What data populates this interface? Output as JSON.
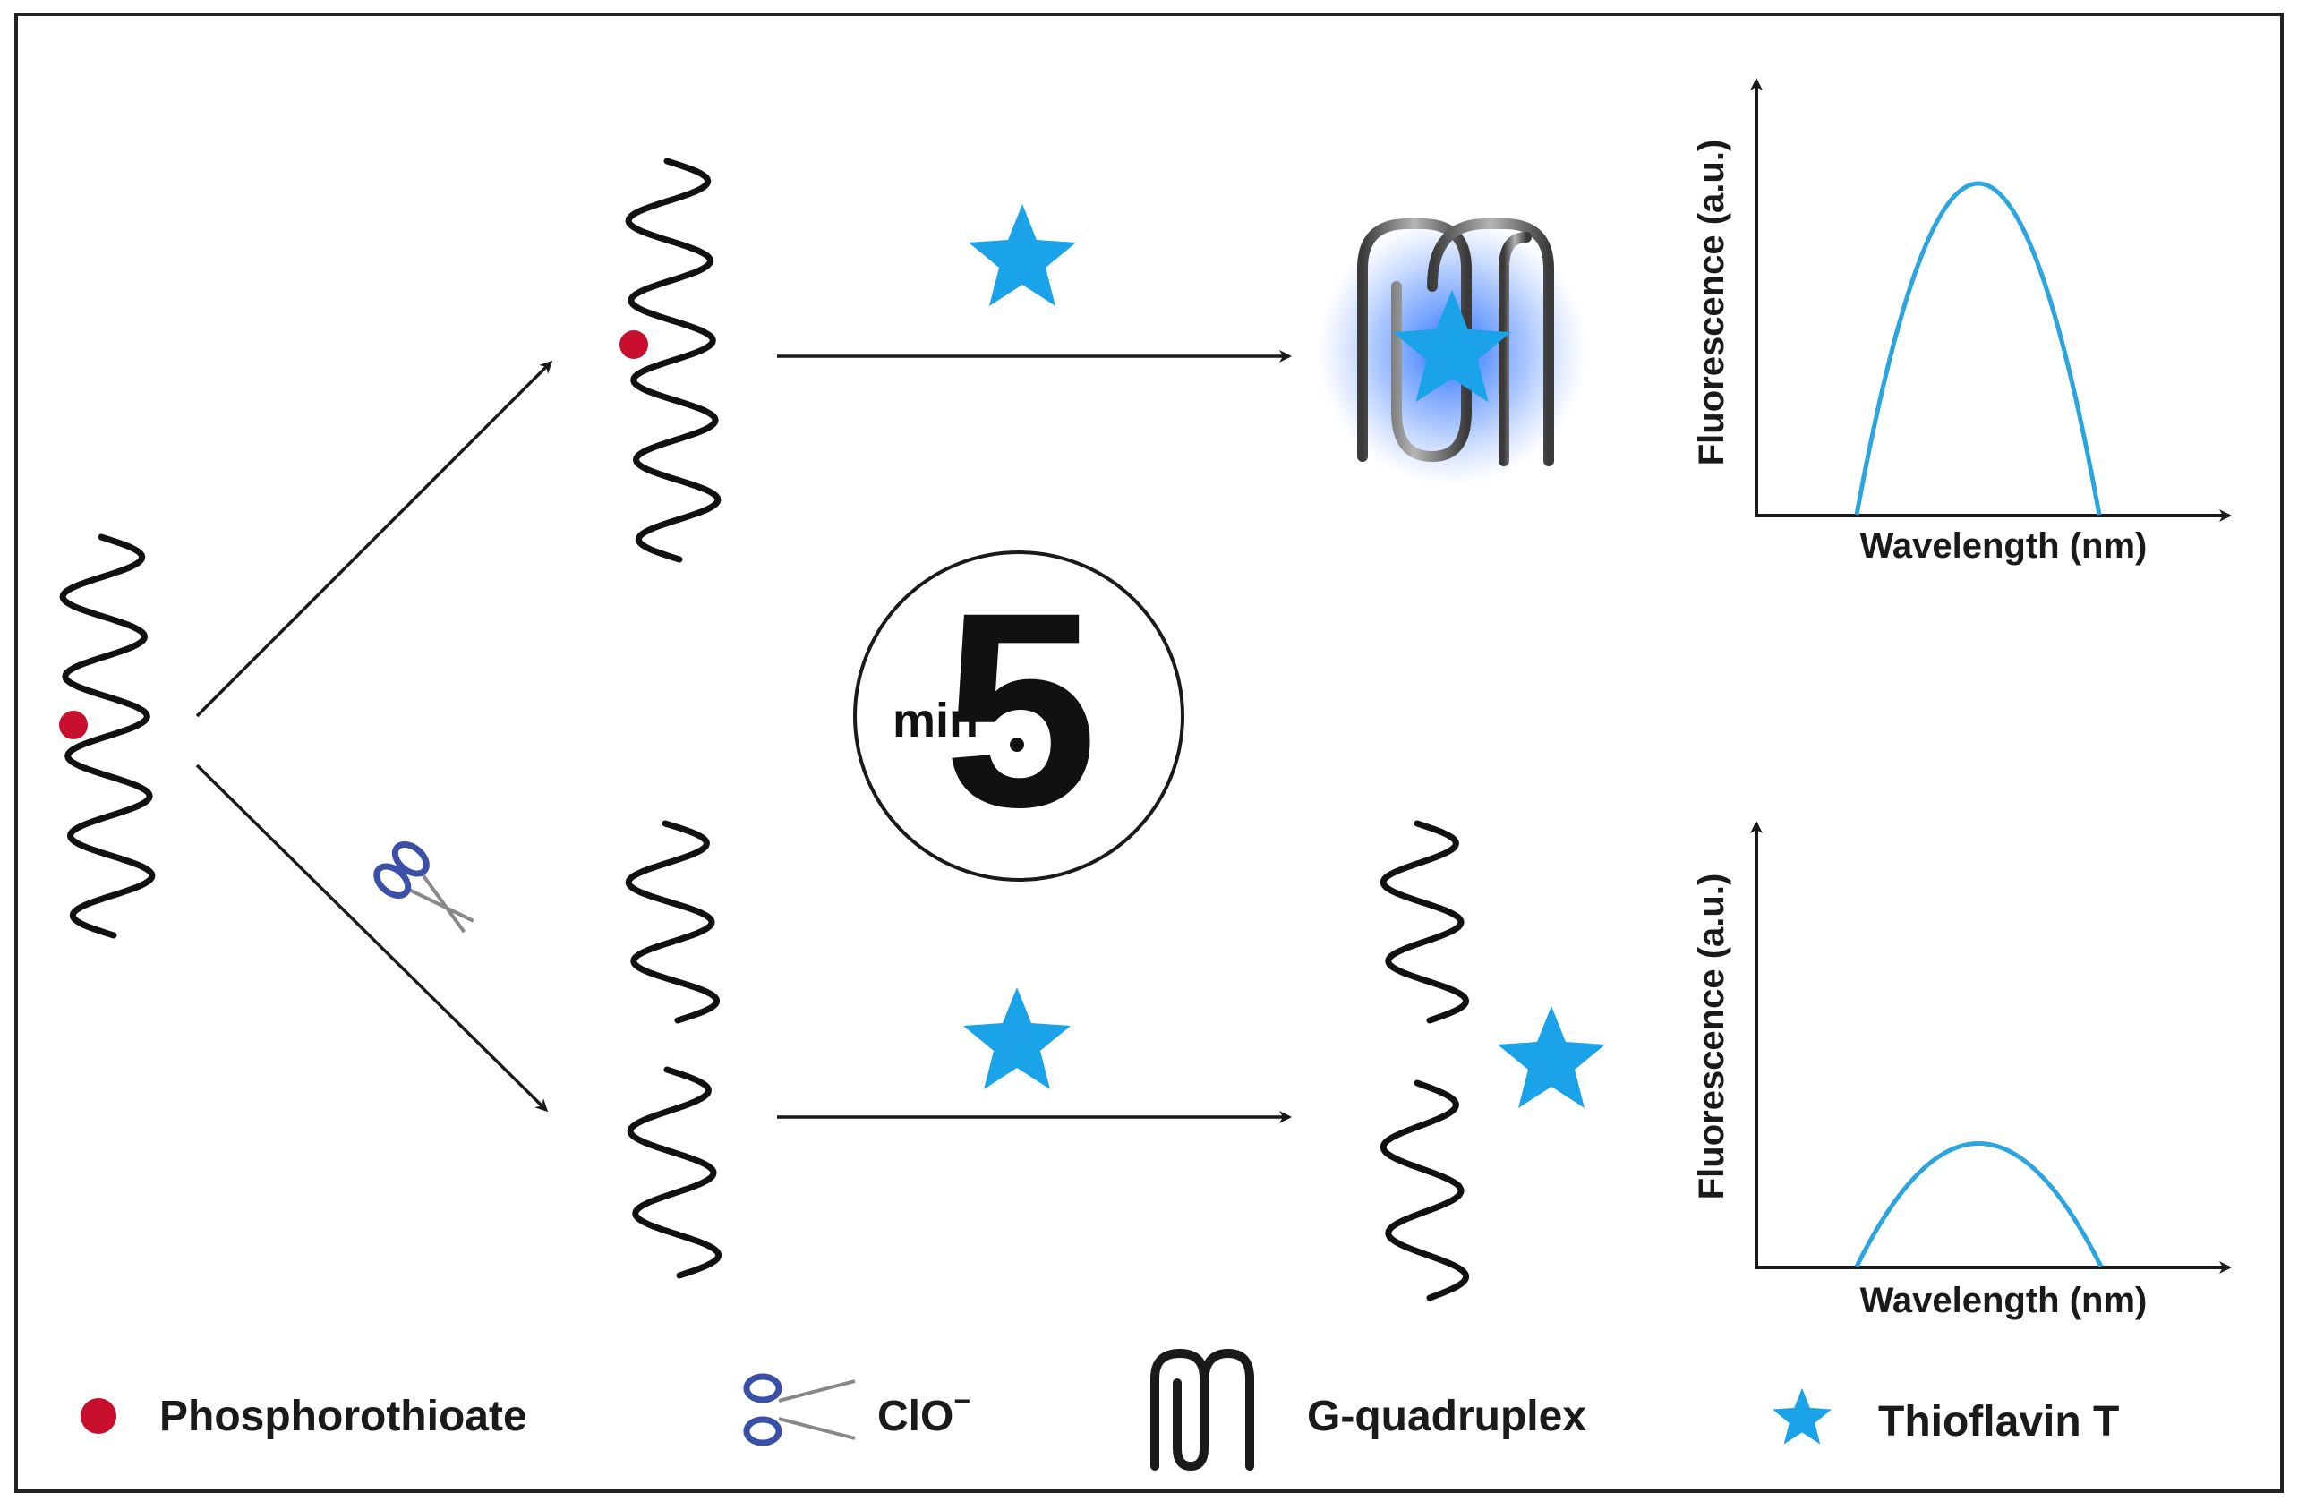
{
  "diagram": {
    "timer": {
      "number": "5",
      "unit": "min"
    },
    "top_plot": {
      "xlabel": "Wavelength (nm)",
      "ylabel": "Fluorescence (a.u.)",
      "peak": "high"
    },
    "bottom_plot": {
      "xlabel": "Wavelength (nm)",
      "ylabel": "Fluorescence (a.u.)",
      "peak": "low"
    },
    "legend": {
      "phosphorothioate": "Phosphorothioate",
      "clo_base": "ClO",
      "clo_sup": "−",
      "gquadruplex": "G-quadruplex",
      "thioflavin": "Thioflavin T"
    },
    "colors": {
      "phosphorothioate": "#c8102e",
      "thioflavin": "#1aa3e8",
      "curve": "#2aa5e0",
      "scissors_handle": "#3b4fa8",
      "line": "#1a1a1a"
    }
  }
}
